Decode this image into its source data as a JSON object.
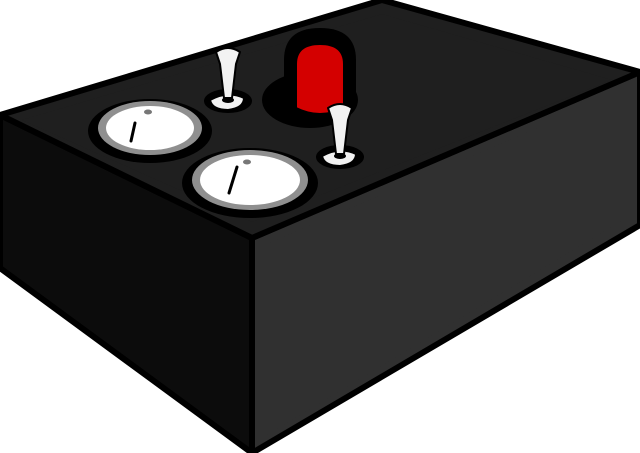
{
  "scene": {
    "subject": "control-box",
    "colors": {
      "background": "#ffffff",
      "outline": "#000000",
      "top_face": "#1f1f1f",
      "left_face": "#0c0c0c",
      "right_face": "#303030",
      "recess": "#111111",
      "dial_face": "#ffffff",
      "dial_ring": "#8f8f8f",
      "needle": "#000000",
      "toggle": "#f2f2f2",
      "toggle_outline": "#000000",
      "lamp": "#d40000",
      "lamp_highlight": "#ff2a2a"
    },
    "controls": {
      "dials": [
        {
          "name": "dial-left",
          "needle_angle_deg": 15
        },
        {
          "name": "dial-right",
          "needle_angle_deg": 20
        }
      ],
      "toggles": [
        {
          "name": "toggle-left",
          "state": "up"
        },
        {
          "name": "toggle-right",
          "state": "up"
        }
      ],
      "lamp": {
        "state": "on"
      }
    }
  }
}
